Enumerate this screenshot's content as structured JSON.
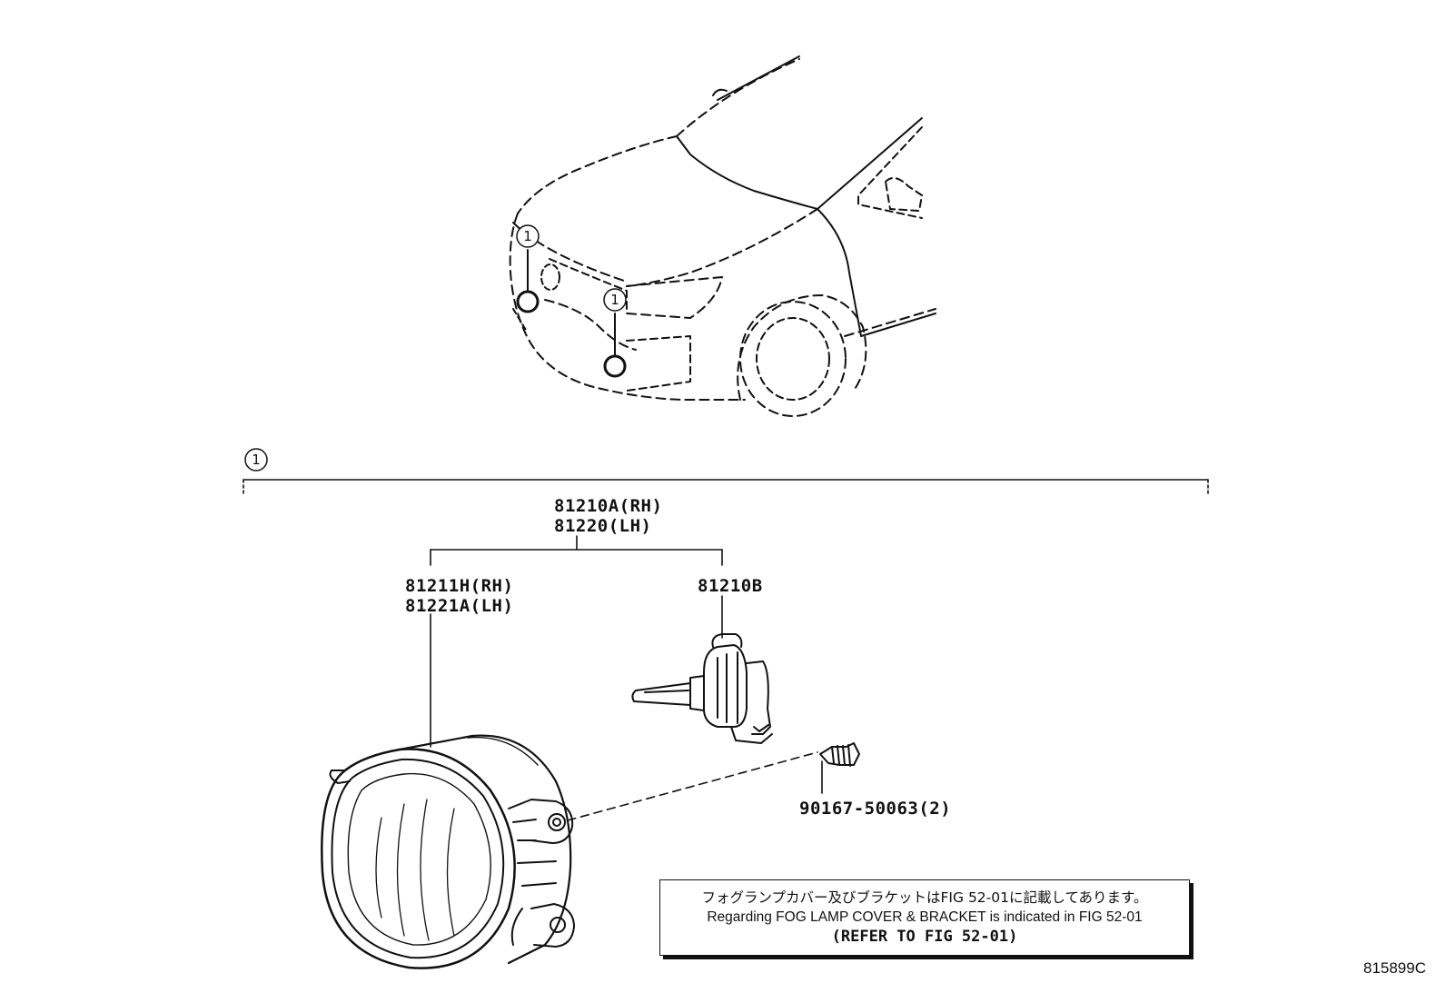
{
  "callouts": {
    "ref_number": "1"
  },
  "parts": {
    "fog_lamp_assy_rh": "81210A(RH)",
    "fog_lamp_assy_lh": "81220(LH)",
    "fog_lamp_unit_rh": "81211H(RH)",
    "fog_lamp_unit_lh": "81221A(LH)",
    "bulb": "81210B",
    "screw": "90167-50063(2)"
  },
  "note": {
    "japanese": "フォグランプカバー及びブラケットはFIG 52-01に記載してあります。",
    "english": "Regarding FOG LAMP COVER & BRACKET is indicated in FIG 52-01",
    "refer": "(REFER TO FIG 52-01)"
  },
  "figure_code": "815899C"
}
